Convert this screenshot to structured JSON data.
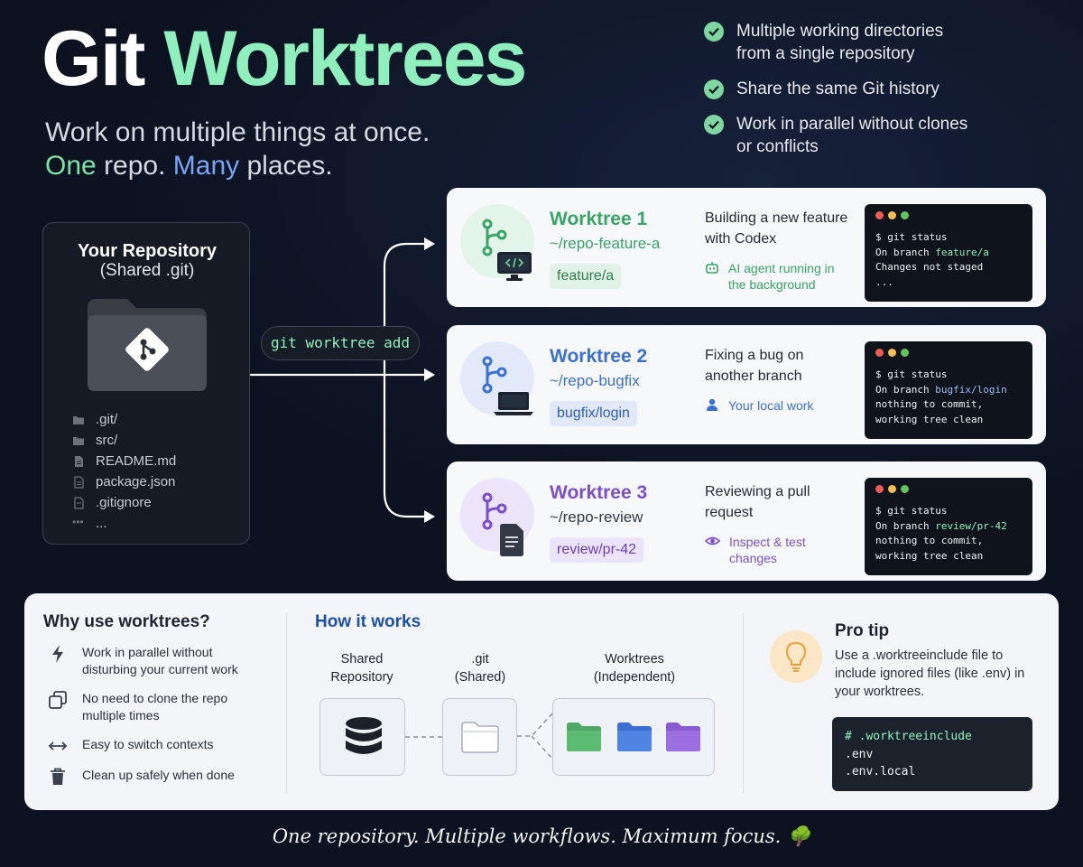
{
  "header": {
    "title_part1": "Git",
    "title_part2": "Worktrees",
    "subtitle_line1": "Work on multiple things at once.",
    "subtitle_one": "One",
    "subtitle_repo": "repo.",
    "subtitle_many": "Many",
    "subtitle_places": "places."
  },
  "features": [
    {
      "text": "Multiple working directories from a single repository"
    },
    {
      "text": "Share the same Git history"
    },
    {
      "text": "Work in parallel without clones or conflicts"
    }
  ],
  "repository": {
    "title": "Your Repository",
    "subtitle": "(Shared .git)",
    "files": [
      ".git/",
      "src/",
      "README.md",
      "package.json",
      ".gitignore",
      "..."
    ]
  },
  "command": "git worktree add",
  "worktrees": [
    {
      "name": "Worktree 1",
      "path": "~/repo-feature-a",
      "branch": "feature/a",
      "desc": "Building a new feature with Codex",
      "status": "AI agent running in the background",
      "accent": "#3aa467",
      "icon": "monitor-code-icon",
      "term": {
        "cmd": "$ git status",
        "line1_prefix": "On branch ",
        "line1_branch": "feature/a",
        "line2": "Changes not staged",
        "line3": "..."
      }
    },
    {
      "name": "Worktree 2",
      "path": "~/repo-bugfix",
      "branch": "bugfix/login",
      "desc": "Fixing a bug on another branch",
      "status": "Your local work",
      "accent": "#3b6fd4",
      "icon": "laptop-icon",
      "term": {
        "cmd": "$ git status",
        "line1_prefix": "On branch ",
        "line1_branch": "bugfix/login",
        "line2": "nothing to commit,",
        "line3": "working tree clean"
      }
    },
    {
      "name": "Worktree 3",
      "path": "~/repo-review",
      "branch": "review/pr-42",
      "desc": "Reviewing a pull request",
      "status": "Inspect & test changes",
      "accent": "#7b4fc9",
      "icon": "document-icon",
      "term": {
        "cmd": "$ git status",
        "line1_prefix": "On branch ",
        "line1_branch": "review/pr-42",
        "line2": "nothing to commit,",
        "line3": "working tree clean"
      }
    }
  ],
  "why": {
    "heading": "Why use worktrees?",
    "items": [
      {
        "icon": "lightning-icon",
        "text": "Work in parallel without disturbing your current work"
      },
      {
        "icon": "copy-icon",
        "text": "No need to clone the repo multiple times"
      },
      {
        "icon": "switch-arrows-icon",
        "text": "Easy to switch contexts"
      },
      {
        "icon": "trash-icon",
        "text": "Clean up safely when done"
      }
    ]
  },
  "how": {
    "heading": "How it works",
    "label_repo": "Shared Repository",
    "label_git": ".git (Shared)",
    "label_worktrees": "Worktrees (Independent)"
  },
  "tip": {
    "heading": "Pro tip",
    "text": "Use a .worktreeinclude file to include ignored files (like .env) in your worktrees.",
    "code": [
      "# .worktreeinclude",
      ".env",
      ".env.local"
    ]
  },
  "footer": "One repository. Multiple workflows. Maximum focus. 🌳"
}
